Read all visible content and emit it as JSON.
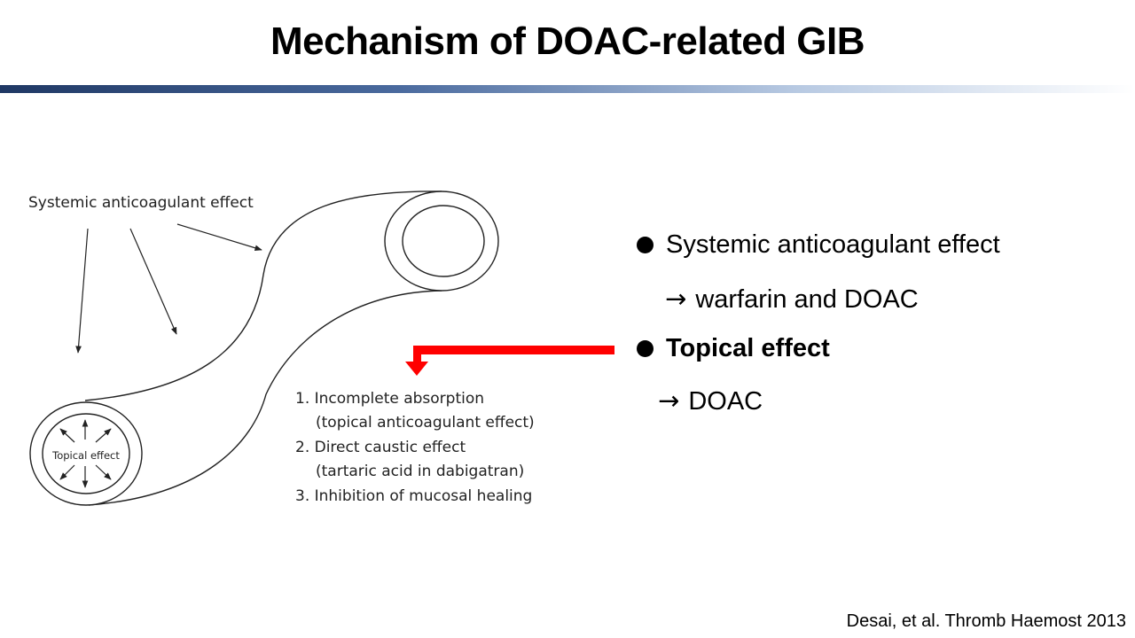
{
  "title": "Mechanism of DOAC-related GIB",
  "accent_colors": {
    "title_rule_dark": "#1f3864",
    "pointer_arrow": "#ff0000"
  },
  "diagram": {
    "systemic_label": "Systemic anticoagulant effect",
    "lumen_label": "Topical effect",
    "mechanisms": [
      "1. Incomplete absorption",
      "(topical anticoagulant effect)",
      "2. Direct caustic effect",
      "(tartaric acid in dabigatran)",
      "3. Inhibition of mucosal healing"
    ]
  },
  "bullets": [
    {
      "text": "Systemic anticoagulant effect",
      "sub": "warfarin and DOAC",
      "bold": false
    },
    {
      "text": "Topical effect",
      "sub": "DOAC",
      "bold": true
    }
  ],
  "arrow_glyph": "→",
  "citation": "Desai, et al. Thromb  Haemost 2013"
}
